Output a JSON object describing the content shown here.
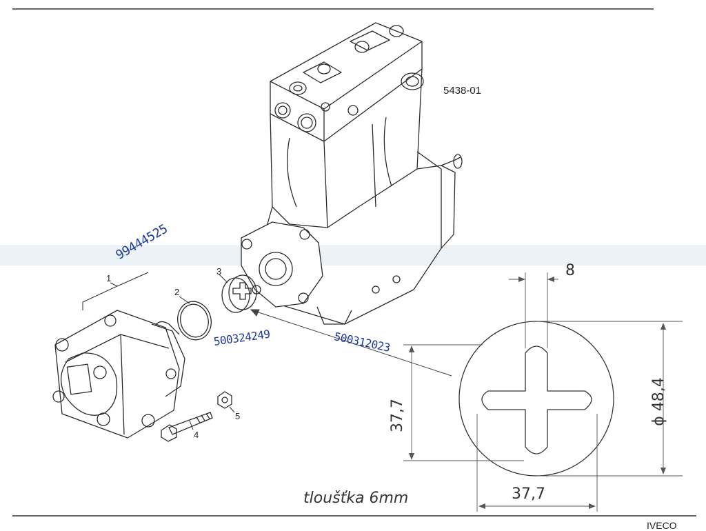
{
  "drawing": {
    "figure_number": "5438-01",
    "brand": "IVECO",
    "callouts": [
      "1",
      "2",
      "3",
      "4",
      "5"
    ],
    "part_numbers": {
      "pump": "99444525",
      "o_ring": "500324249",
      "coupling": "500312023"
    },
    "detail": {
      "dim_slot": "8",
      "dim_cross_vertical": "37,7",
      "dim_cross_horizontal": "37,7",
      "dim_diameter": "ϕ 48,4",
      "thickness_note": "tloušťka 6mm"
    }
  },
  "colors": {
    "ink": "#2a2a2a",
    "handwriting": "#1f3b9a",
    "pencil": "#555555",
    "scan_band": "#d8e2ea"
  }
}
